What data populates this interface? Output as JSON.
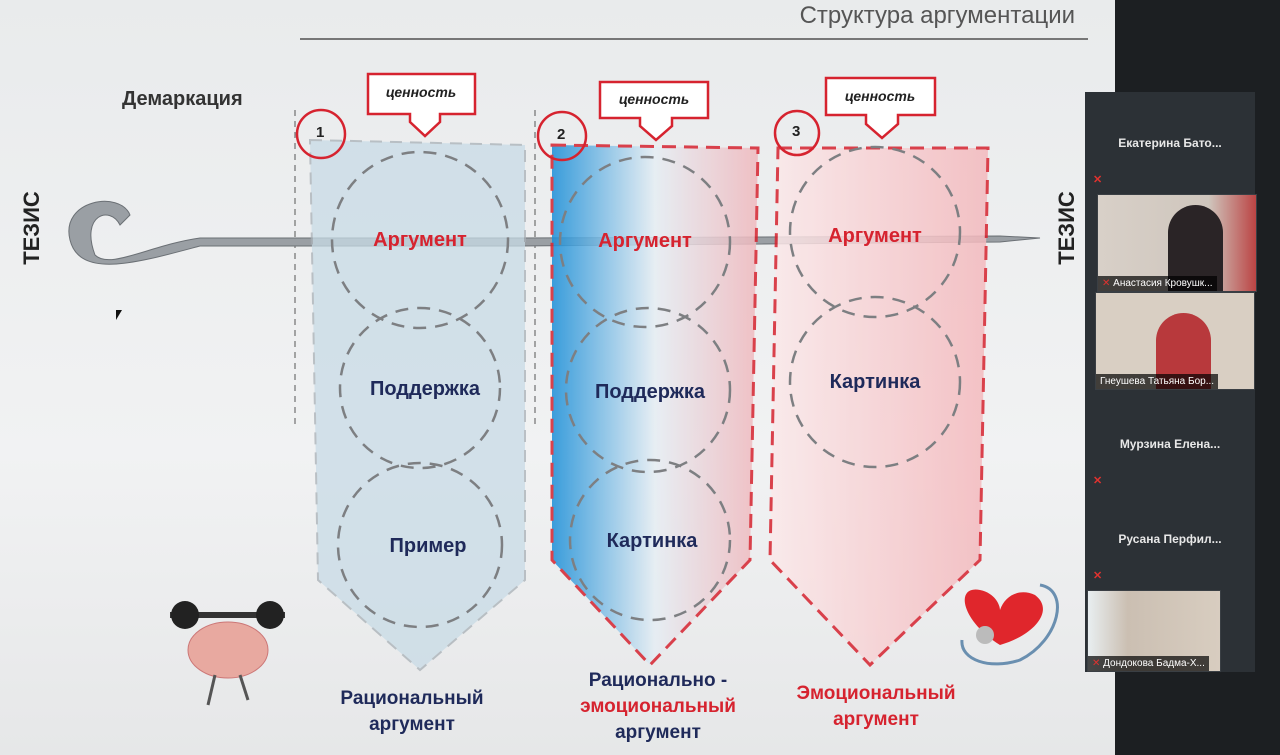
{
  "slide": {
    "title": "Структура аргументации",
    "demarcation": "Демаркация",
    "thesis_left": "ТЕЗИС",
    "thesis_right": "ТЕЗИС",
    "columns": [
      {
        "number": "1",
        "value": "ценность",
        "items": [
          "Аргумент",
          "Поддержка",
          "Пример"
        ],
        "caption": [
          "Рациональный",
          "аргумент"
        ],
        "caption_color": "#1f2a5a"
      },
      {
        "number": "2",
        "value": "ценность",
        "items": [
          "Аргумент",
          "Поддержка",
          "Картинка"
        ],
        "caption": [
          "Рационально -",
          "эмоциональный",
          "аргумент"
        ],
        "caption_color": "#1f2a5a"
      },
      {
        "number": "3",
        "value": "ценность",
        "items": [
          "Аргумент",
          "Картинка"
        ],
        "caption": [
          "Эмоциональный",
          "аргумент"
        ],
        "caption_color": "#d6232f"
      }
    ]
  },
  "participants": [
    {
      "name": "Екатерина  Бато...",
      "video": false
    },
    {
      "name": "Анастасия Кровушк...",
      "video": true
    },
    {
      "name": "Гнеушева Татьяна Бор...",
      "video": true
    },
    {
      "name": "Мурзина  Елена...",
      "video": false
    },
    {
      "name": "Русана  Перфил...",
      "video": false
    },
    {
      "name": "Дондокова Бадма-Х...",
      "video": true
    }
  ],
  "colors": {
    "accent_red": "#d6232f",
    "blue": "#1b8fd8",
    "navy": "#1f2a5a"
  }
}
